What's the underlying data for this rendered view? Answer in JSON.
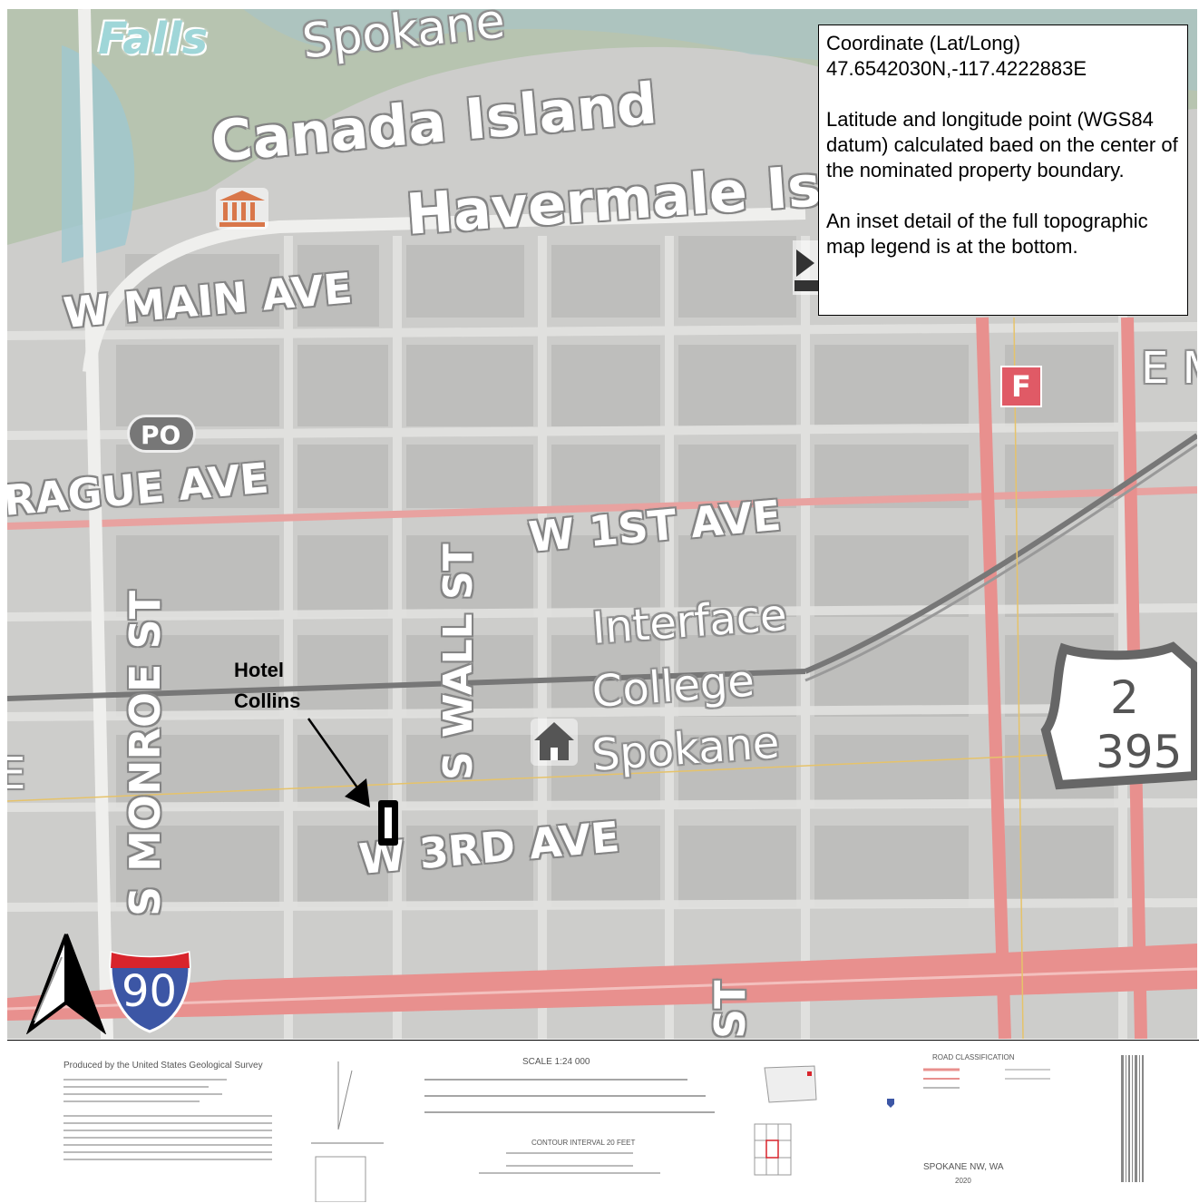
{
  "map": {
    "labels": {
      "falls": "Falls",
      "spokane_top": "Spokane",
      "canada_island": "Canada Island",
      "havermale": "Havermale Isl",
      "w_main_ave": "W MAIN AVE",
      "po": "PO",
      "sprague_ave": "RAGUE AVE",
      "w_1st_ave": "W 1ST AVE",
      "s_wall_st": "S WALL ST",
      "s_monroe_st": "S MONROE ST",
      "w_3rd_ave": "W 3RD AVE",
      "interface": "Interface",
      "college": "College",
      "spokane_college": "Spokane",
      "e_m": "E M",
      "fire_station": "F",
      "e_left": "E",
      "st_bottom": "ST",
      "us2": "2",
      "us395": "395",
      "i90": "90"
    },
    "icon_names": [
      "museum-icon",
      "school-icon",
      "fire-station-icon",
      "north-arrow-icon",
      "property-marker-icon"
    ],
    "colors": {
      "road_major": "#e8908e",
      "road_minor": "#e6e6e4",
      "water": "#9fc8cf",
      "park": "#b9c9b2",
      "interstate_blue": "#3c56a5",
      "interstate_red": "#d8242c"
    }
  },
  "info_box": {
    "line1": "Coordinate (Lat/Long)",
    "line2": "47.6542030N,-117.4222883E",
    "para2": "Latitude and longitude point (WGS84 datum) calculated baed on the center of the nominated property boundary.",
    "para3": "An inset detail of the full topographic map legend is at the bottom."
  },
  "annotation": {
    "line1": "Hotel",
    "line2": "Collins"
  },
  "legend": {
    "producer": "Produced by the United States Geological Survey",
    "scale": "SCALE 1:24 000",
    "contour": "CONTOUR INTERVAL 20 FEET",
    "road_classification": "ROAD CLASSIFICATION",
    "quad_name": "SPOKANE NW, WA",
    "year": "2020"
  }
}
